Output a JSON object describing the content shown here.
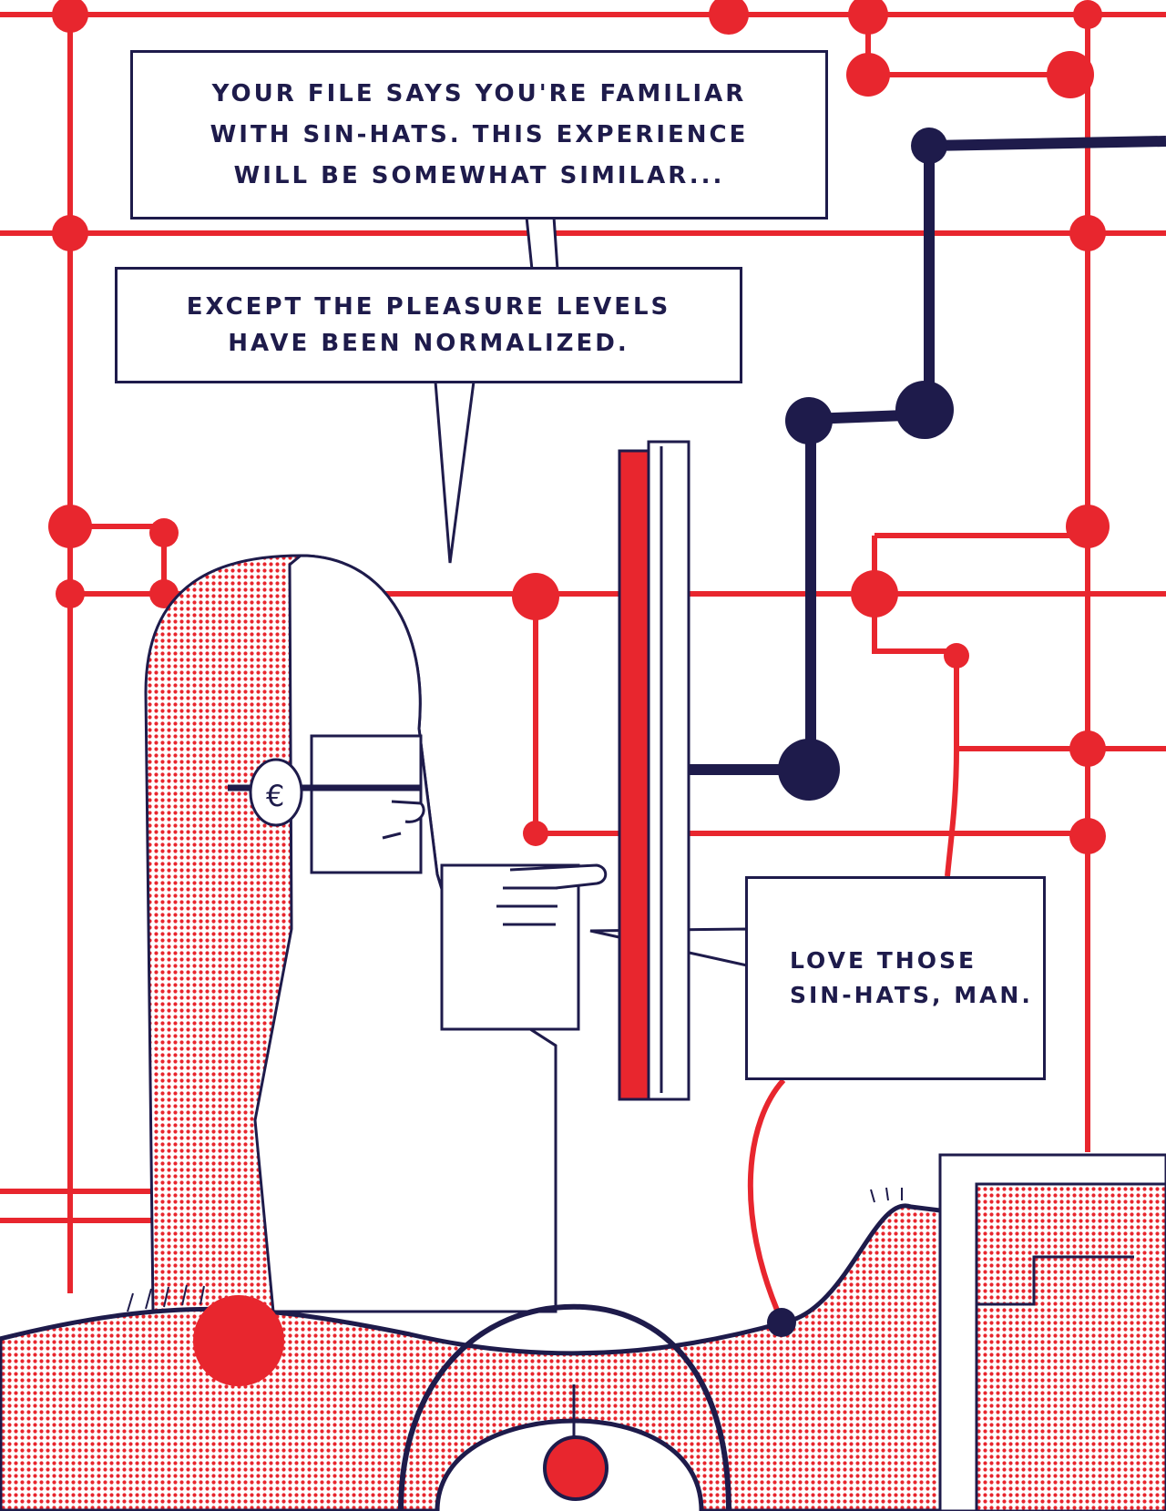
{
  "colors": {
    "red": "#e8262e",
    "navy": "#1e1b4b",
    "paper": "#ffffff",
    "halftone": "#e8262e"
  },
  "captions": {
    "first": {
      "line1": "YOUR FILE SAYS YOU'RE FAMILIAR",
      "line2": "WITH SIN-HATS. THIS EXPERIENCE",
      "line3": "WILL BE SOMEWHAT SIMILAR..."
    },
    "second": {
      "line1": "EXCEPT THE PLEASURE LEVELS",
      "line2": "HAVE BEEN NORMALIZED."
    },
    "third": {
      "line1": "LOVE THOSE",
      "line2": "SIN-HATS, MAN."
    }
  }
}
